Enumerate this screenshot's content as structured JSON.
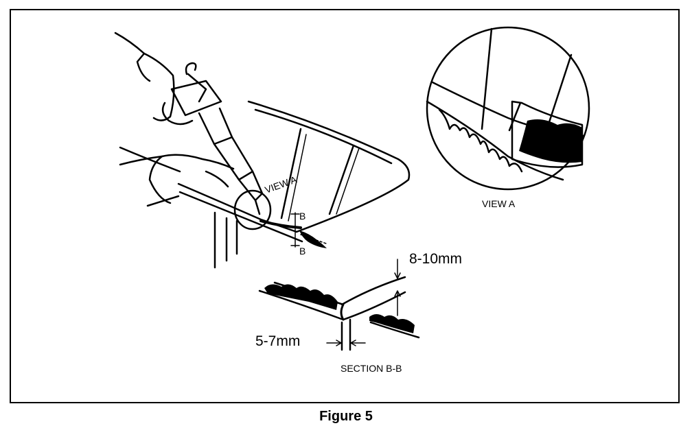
{
  "figure": {
    "caption": "Figure 5",
    "labels": {
      "view_a_main": "VIEW A",
      "view_a_detail": "VIEW A",
      "b_upper": "B",
      "b_lower": "B",
      "dim_height": "8-10mm",
      "dim_width": "5-7mm",
      "section": "SECTION B-B"
    }
  }
}
